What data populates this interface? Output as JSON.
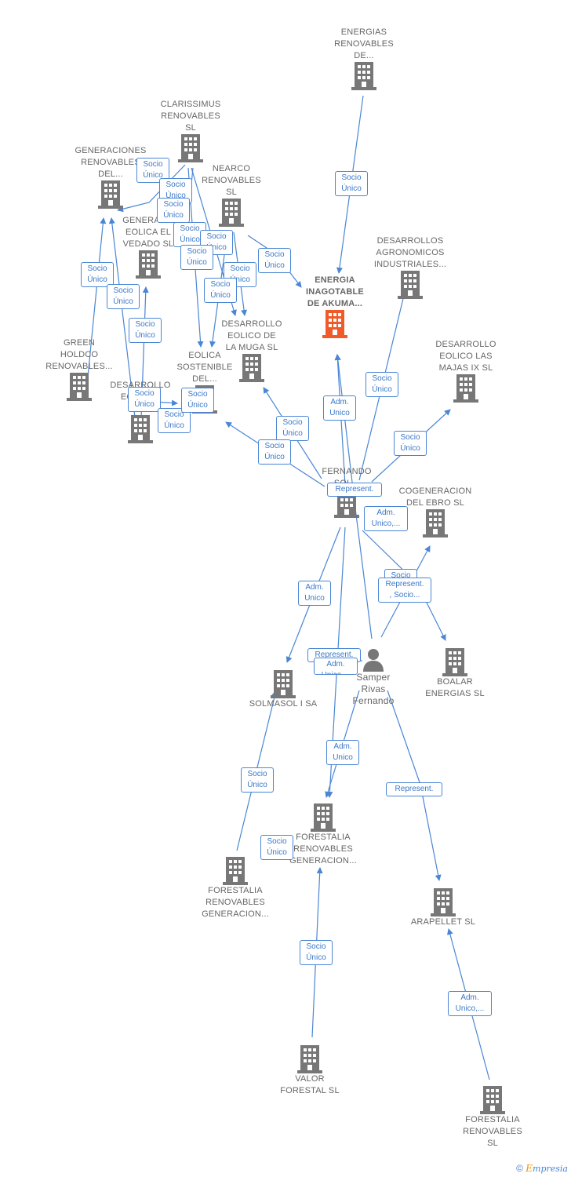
{
  "colors": {
    "edge": "#4a86d4",
    "node": "#777777",
    "focus": "#f05a28",
    "text": "#666666"
  },
  "nodes": [
    {
      "id": "energias",
      "label": "ENERGIAS\nRENOVABLES\nDE...",
      "icon": "building-icon"
    },
    {
      "id": "clarissimus",
      "label": "CLARISSIMUS\nRENOVABLES\nSL",
      "icon": "building-icon"
    },
    {
      "id": "generaciones",
      "label": "GENERACIONES\nRENOVABLES\nDEL...",
      "icon": "building-icon"
    },
    {
      "id": "nearco",
      "label": "NEARCO\nRENOVABLES\nSL",
      "icon": "building-icon"
    },
    {
      "id": "generac_eolica",
      "label": "GENERAC...\nEOLICA EL\nVEDADO SL",
      "icon": "building-icon"
    },
    {
      "id": "energia_inagotable",
      "label": "ENERGIA\nINAGOTABLE\nDE AKUMA...",
      "icon": "building-icon",
      "focus": true
    },
    {
      "id": "desarrollos_agronomicos",
      "label": "DESARROLLOS\nAGRONOMICOS\nINDUSTRIALES...",
      "icon": "building-icon"
    },
    {
      "id": "desarrollo_muga",
      "label": "DESARROLLO\nEOLICO DE\nLA MUGA SL",
      "icon": "building-icon"
    },
    {
      "id": "eolica_sostenible",
      "label": "EOLICA\nSOSTENIBLE\nDEL...",
      "icon": "building-icon"
    },
    {
      "id": "green_holdco",
      "label": "GREEN\nHOLDCO\nRENOVABLES...",
      "icon": "building-icon"
    },
    {
      "id": "desarrollo_eolicos",
      "label": "DESARROLLO\nEOLICOS\nMAJ...",
      "icon": "building-icon"
    },
    {
      "id": "majas_ix",
      "label": "DESARROLLO\nEOLICO LAS\nMAJAS IX SL",
      "icon": "building-icon"
    },
    {
      "id": "fernando",
      "label": "FERNANDO\nSOL...",
      "icon": "building-icon"
    },
    {
      "id": "cogeneracion",
      "label": "COGENERACION\nDEL EBRO SL",
      "icon": "building-icon"
    },
    {
      "id": "samper",
      "label": "Samper\nRivas\nFernando",
      "icon": "person-icon",
      "person": true
    },
    {
      "id": "boalar",
      "label": "BOALAR\nENERGIAS SL",
      "icon": "building-icon"
    },
    {
      "id": "solmasol",
      "label": "SOLMASOL I SA",
      "icon": "building-icon"
    },
    {
      "id": "forestalia_center",
      "label": "FORESTALIA\nRENOVABLES\nGENERACION...",
      "icon": "building-icon"
    },
    {
      "id": "forestalia_left",
      "label": "FORESTALIA\nRENOVABLES\nGENERACION...",
      "icon": "building-icon"
    },
    {
      "id": "arapellet",
      "label": "ARAPELLET SL",
      "icon": "building-icon"
    },
    {
      "id": "valor_forestal",
      "label": "VALOR\nFORESTAL SL",
      "icon": "building-icon"
    },
    {
      "id": "forestalia_sl",
      "label": "FORESTALIA\nRENOVABLES\nSL",
      "icon": "building-icon"
    }
  ],
  "edge_labels": [
    "Socio\nÚnico",
    "Socio\nÚnico",
    "Socio\nÚnico",
    "Socio\nÚnico",
    "Socio\nÚnico",
    "Socio\nÚnico",
    "Socio\nÚnico",
    "Socio\nÚnico",
    "Socio\nÚnico",
    "Socio\nÚnico",
    "Socio\nÚnico",
    "Socio\nÚnico",
    "Socio\nÚnico",
    "Socio\nÚnico",
    "Socio\nÚnico",
    "Socio\nÚnico",
    "Socio\nÚnico",
    "Socio\nÚnico",
    "Adm.\nUnico",
    "Socio\nÚnico",
    "Socio\nÚnico",
    "Represent.",
    "Adm.\nUnico,...",
    "Socio",
    "Represent.\n, Socio...",
    "Adm.\nUnico",
    "Represent.",
    "Adm.\nUnico,...",
    "Adm.\nUnico",
    "Socio\nÚnico",
    "Socio\nÚnico",
    "Represent.",
    "Socio\nÚnico",
    "Adm.\nUnico,..."
  ],
  "brand": {
    "copyright": "©",
    "e": "E",
    "rest": "mpresia"
  }
}
